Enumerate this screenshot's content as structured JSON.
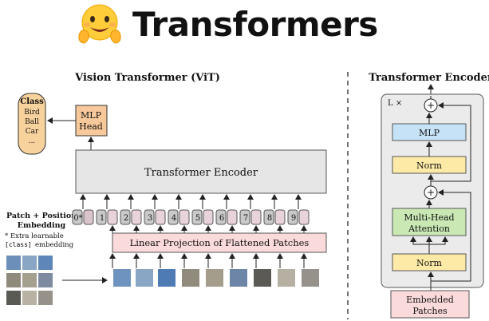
{
  "header": {
    "title": "Transformers",
    "logo_icon": "hugging-face-emoji-icon"
  },
  "vit": {
    "title": "Vision Transformer (ViT)",
    "class_box": {
      "heading": "Class",
      "items": [
        "Bird",
        "Ball",
        "Car",
        "..."
      ]
    },
    "mlp_head": {
      "line1": "MLP",
      "line2": "Head"
    },
    "encoder_label": "Transformer Encoder",
    "token_labels": [
      "0*",
      "1",
      "2",
      "3",
      "4",
      "5",
      "6",
      "7",
      "8",
      "9"
    ],
    "pos_embedding_label": {
      "line1": "Patch + Position",
      "line2": "Embedding"
    },
    "extra_note": {
      "line1": "* Extra learnable",
      "line2_code": "[class]",
      "line2_rest": " embedding"
    },
    "linear_projection_label": "Linear Projection of Flattened Patches"
  },
  "encoder": {
    "title": "Transformer Encoder",
    "repeat_label": "L ×",
    "mlp_label": "MLP",
    "norm_top_label": "Norm",
    "attention_label": {
      "line1": "Multi-Head",
      "line2": "Attention"
    },
    "norm_bottom_label": "Norm",
    "embedded_patches": {
      "line1": "Embedded",
      "line2": "Patches"
    },
    "plus_symbol": "+"
  },
  "colors": {
    "class_fill": "#f8d29c",
    "mlp_head_fill": "#f6c89a",
    "encoder_fill": "#e6e6e6",
    "token_fill": "#e8d3dc",
    "pos_fill": "#c9c9c9",
    "projection_fill": "#fadada",
    "mlp_fill": "#c6e2f7",
    "norm_fill": "#fdeaa6",
    "attention_fill": "#c9e8b4",
    "embedded_fill": "#fadada",
    "block_bg": "#ebebeb"
  }
}
